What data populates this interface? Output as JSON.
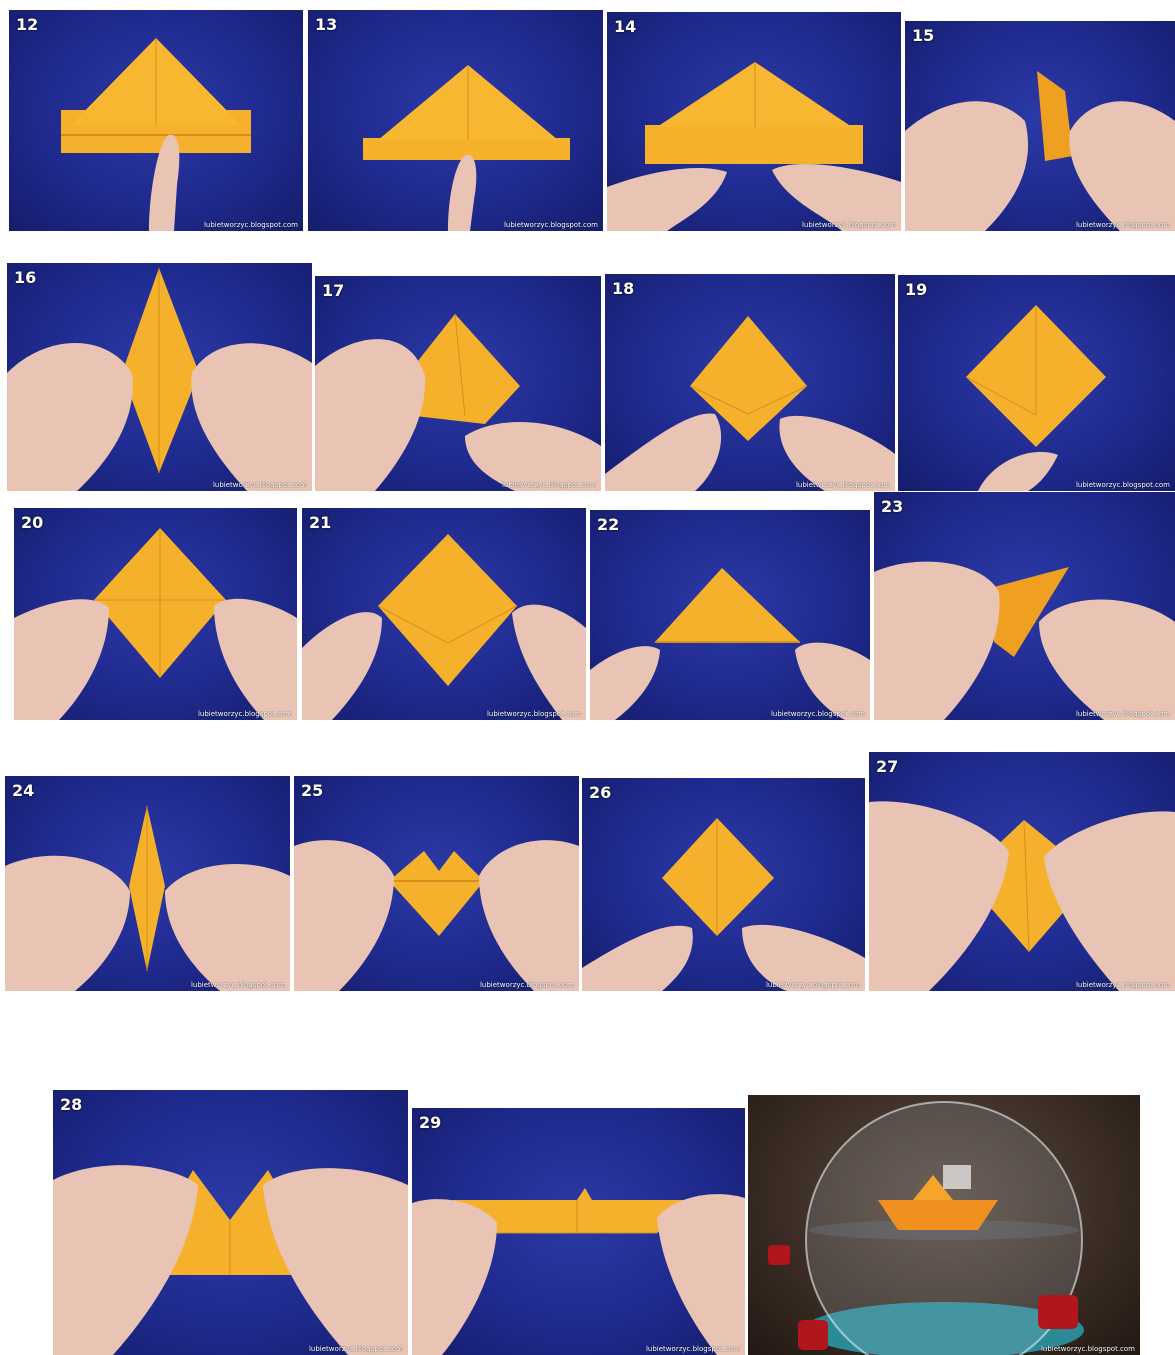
{
  "watermark": "lubietworzyc.blogspot.com",
  "colors": {
    "background_blue": "#1f2a8e",
    "paper_orange": "#f5b12c",
    "skin": "#e9c4b4"
  },
  "steps": [
    {
      "number": "12"
    },
    {
      "number": "13"
    },
    {
      "number": "14"
    },
    {
      "number": "15"
    },
    {
      "number": "16"
    },
    {
      "number": "17"
    },
    {
      "number": "18"
    },
    {
      "number": "19"
    },
    {
      "number": "20"
    },
    {
      "number": "21"
    },
    {
      "number": "22"
    },
    {
      "number": "23"
    },
    {
      "number": "24"
    },
    {
      "number": "25"
    },
    {
      "number": "26"
    },
    {
      "number": "27"
    },
    {
      "number": "28"
    },
    {
      "number": "29"
    }
  ],
  "final": {
    "watermark": "lubietworzyc.blogspot.com"
  }
}
